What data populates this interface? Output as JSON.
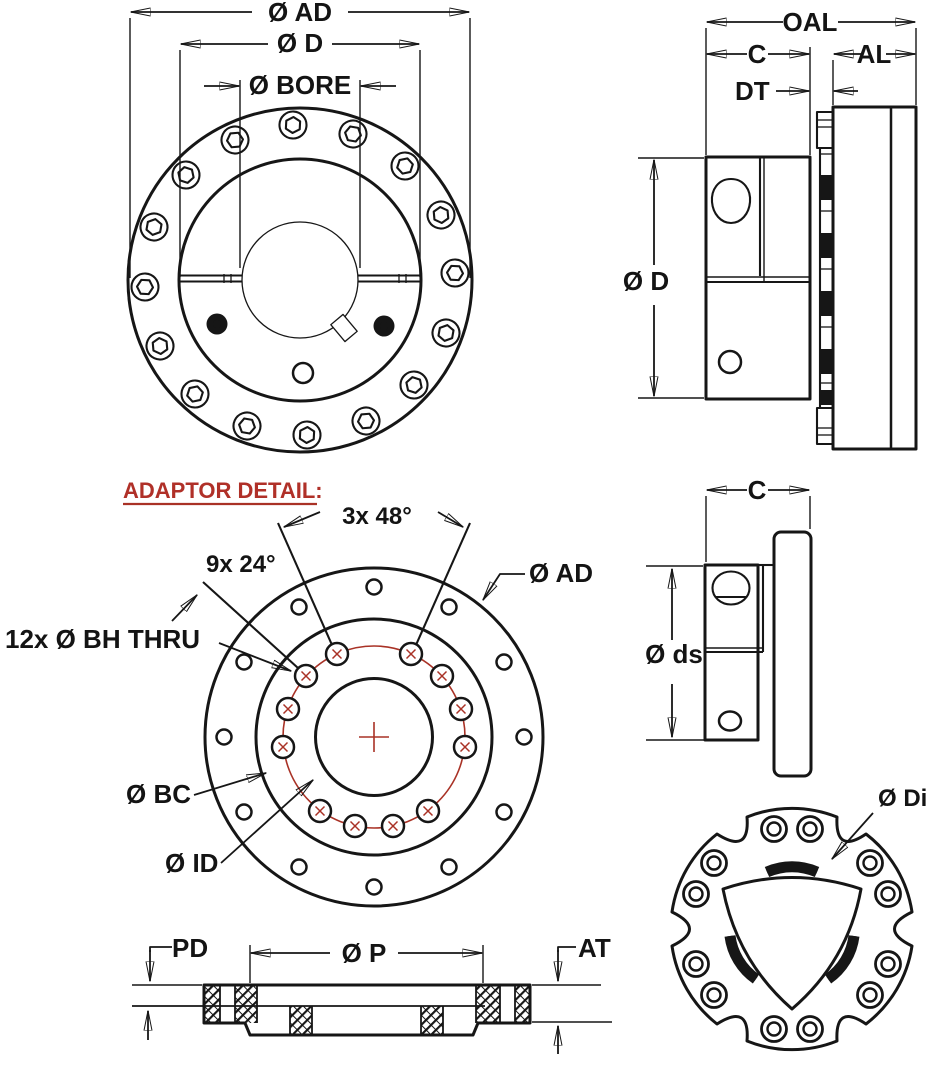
{
  "drawing": {
    "type": "engineering-coupling-drawing",
    "colors": {
      "line": "#161616",
      "accent_red": "#a93226",
      "title_red": "#b03028",
      "hatch_red": "#c0504d"
    },
    "labels": {
      "front_view": {
        "ad": "Ø AD",
        "d": "Ø D",
        "bore": "Ø BORE"
      },
      "side_view": {
        "oal": "OAL",
        "c": "C",
        "al": "AL",
        "dt": "DT",
        "d": "Ø D"
      },
      "adaptor_detail": {
        "title": "ADAPTOR DETAIL:",
        "angle_group": "3x 48°",
        "angle_step": "9x 24°",
        "bolt_holes": "12x Ø BH THRU",
        "ad": "Ø AD",
        "bc": "Ø BC",
        "id": "Ø ID"
      },
      "adaptor_side": {
        "c": "C",
        "ds": "Ø ds"
      },
      "adaptor_section": {
        "pd": "PD",
        "p": "Ø P",
        "at": "AT"
      },
      "element_view": {
        "di": "Ø Di"
      }
    }
  }
}
